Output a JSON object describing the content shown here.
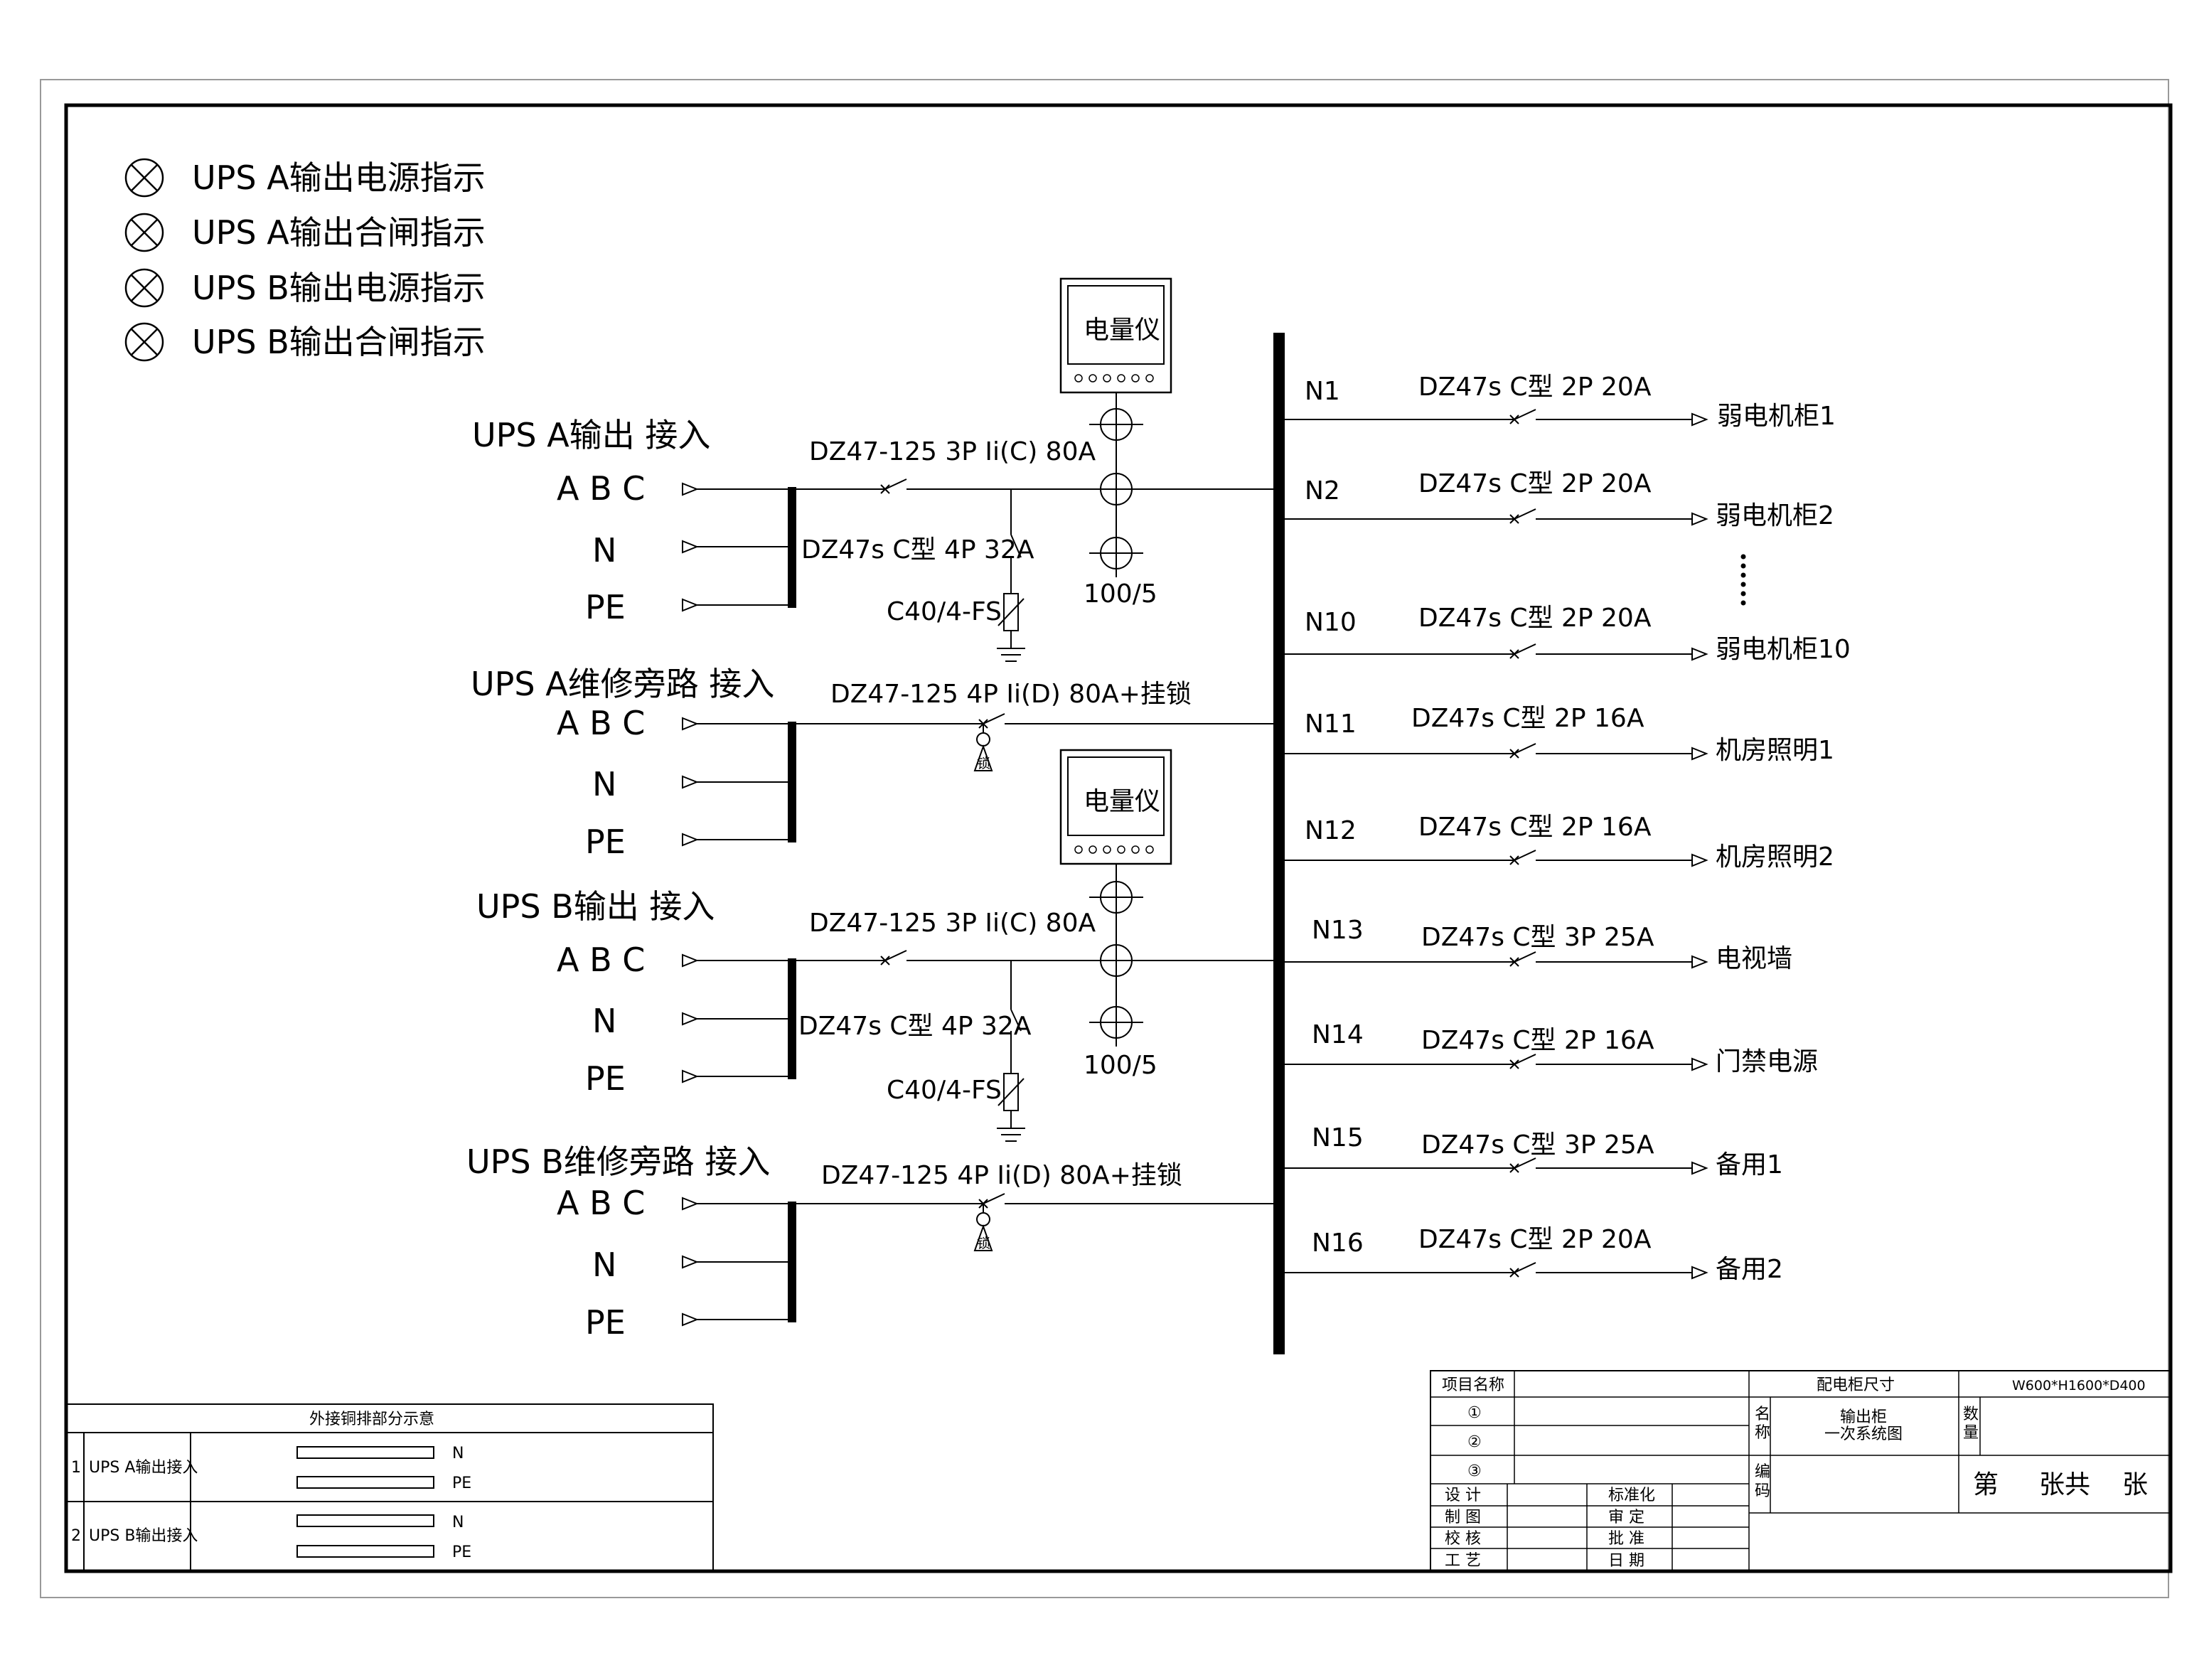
{
  "indicators": [
    {
      "label": "UPS A输出电源指示"
    },
    {
      "label": "UPS A输出合闸指示"
    },
    {
      "label": "UPS B输出电源指示"
    },
    {
      "label": "UPS B输出合闸指示"
    }
  ],
  "phase_labels": {
    "abc": "A B C",
    "n": "N",
    "pe": "PE"
  },
  "meter_label": "电量仪",
  "ct_ratio": "100/5",
  "spd": "C40/4-FS",
  "inputs": [
    {
      "title": "UPS A输出 接入",
      "breaker": "DZ47-125 3P Ii(C) 80A",
      "spd_breaker": "DZ47s C型 4P 32A"
    },
    {
      "title": "UPS A维修旁路 接入",
      "breaker": "DZ47-125 4P Ii(D) 80A+挂锁"
    },
    {
      "title": "UPS B输出 接入",
      "breaker": "DZ47-125 3P Ii(C) 80A",
      "spd_breaker": "DZ47s C型 4P 32A"
    },
    {
      "title": "UPS B维修旁路 接入",
      "breaker": "DZ47-125 4P Ii(D) 80A+挂锁"
    }
  ],
  "lock_symbol": "锁",
  "outputs": [
    {
      "circuit": "N1",
      "breaker": "DZ47s C型 2P 20A",
      "load": "弱电机柜1"
    },
    {
      "circuit": "N2",
      "breaker": "DZ47s C型 2P 20A",
      "load": "弱电机柜2"
    },
    {
      "circuit": "N10",
      "breaker": "DZ47s C型 2P 20A",
      "load": "弱电机柜10"
    },
    {
      "circuit": "N11",
      "breaker": "DZ47s C型 2P 16A",
      "load": "机房照明1"
    },
    {
      "circuit": "N12",
      "breaker": "DZ47s C型 2P 16A",
      "load": "机房照明2"
    },
    {
      "circuit": "N13",
      "breaker": "DZ47s C型 3P 25A",
      "load": "电视墙"
    },
    {
      "circuit": "N14",
      "breaker": "DZ47s C型 2P 16A",
      "load": "门禁电源"
    },
    {
      "circuit": "N15",
      "breaker": "DZ47s C型 3P 25A",
      "load": "备用1"
    },
    {
      "circuit": "N16",
      "breaker": "DZ47s C型 2P 20A",
      "load": "备用2"
    }
  ],
  "busbar_table": {
    "title": "外接铜排部分示意",
    "rows": [
      {
        "num": "1",
        "label": "UPS A输出接入",
        "n": "N",
        "pe": "PE"
      },
      {
        "num": "2",
        "label": "UPS B输出接入",
        "n": "N",
        "pe": "PE"
      }
    ]
  },
  "title_block": {
    "project_label": "项目名称",
    "circled": [
      "①",
      "②",
      "③"
    ],
    "roles_left": [
      "设 计",
      "制 图",
      "校 核",
      "工 艺"
    ],
    "roles_right": [
      "标准化",
      "审 定",
      "批 准",
      "日 期"
    ],
    "size_label": "配电柜尺寸",
    "size_value": "W600*H1600*D400",
    "name_label_1": "名",
    "name_label_2": "称",
    "drawing_name_1": "输出柜",
    "drawing_name_2": "一次系统图",
    "qty_label_1": "数",
    "qty_label_2": "量",
    "code_label_1": "编",
    "code_label_2": "码",
    "sheet_1": "第",
    "sheet_2": "张共",
    "sheet_3": "张"
  }
}
